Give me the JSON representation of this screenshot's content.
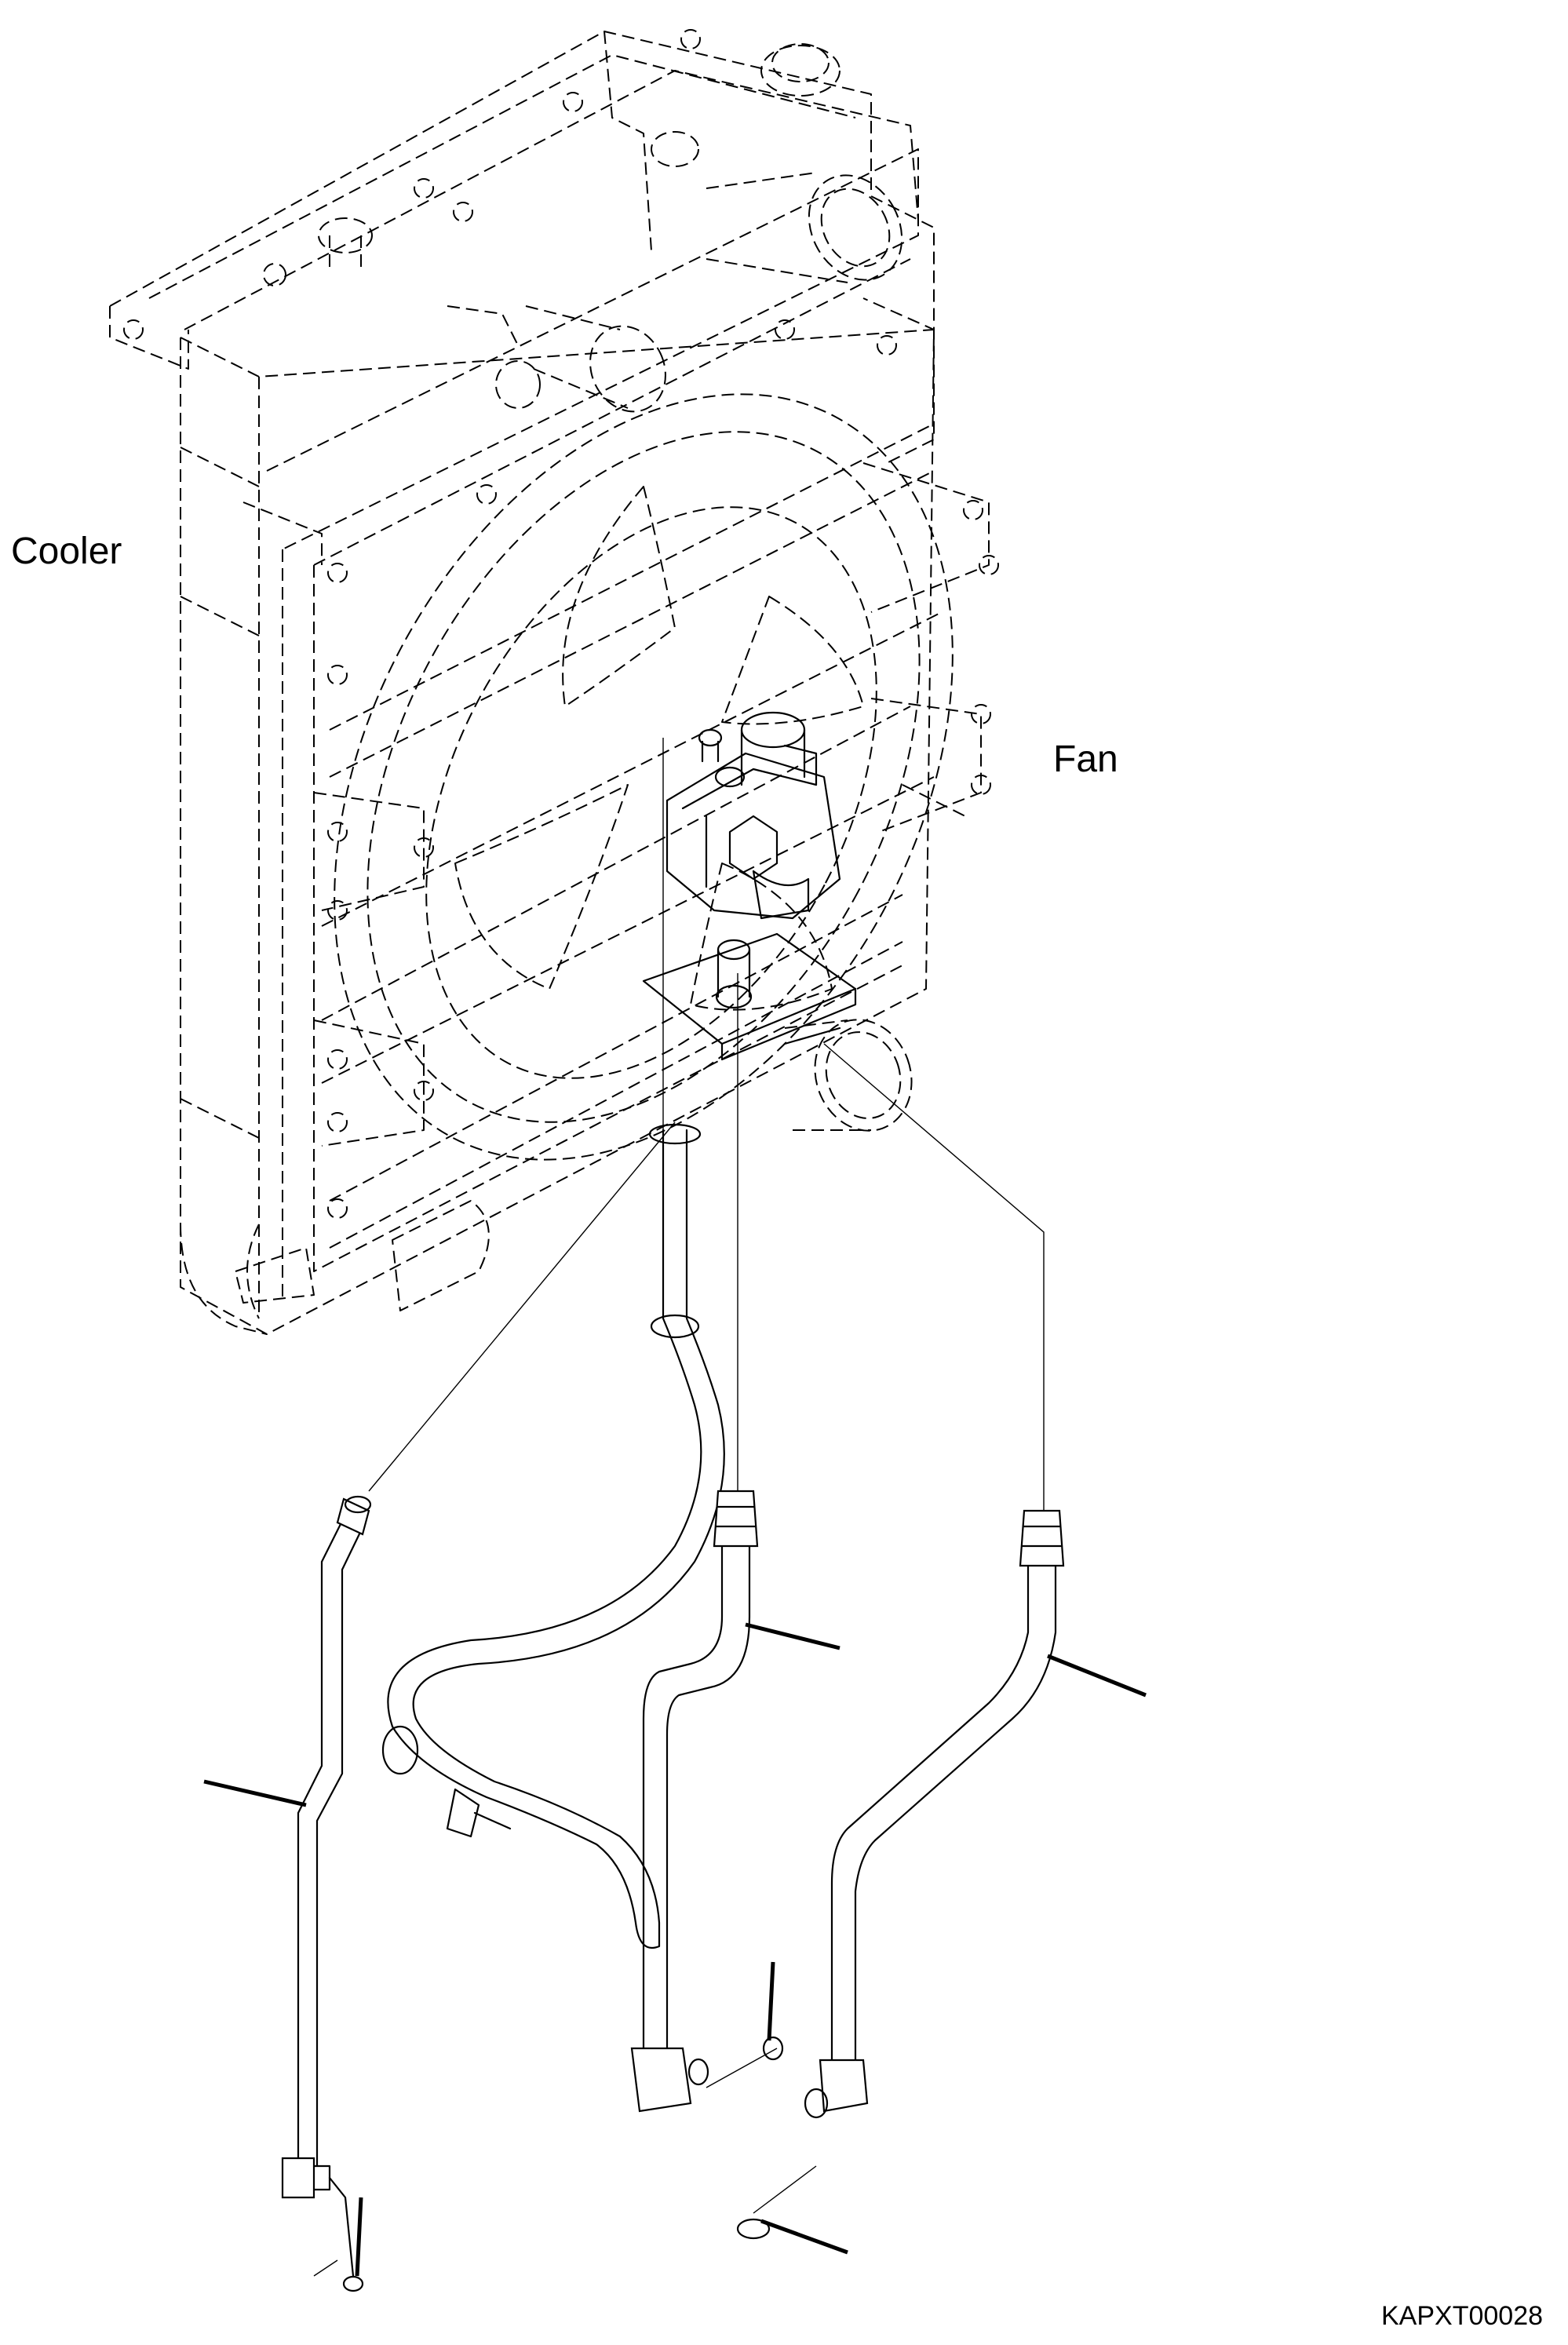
{
  "labels": {
    "cooler": "Cooler",
    "fan": "Fan",
    "drawing_code": "KAPXT00028"
  },
  "colors": {
    "line": "#000000",
    "background": "#ffffff"
  }
}
